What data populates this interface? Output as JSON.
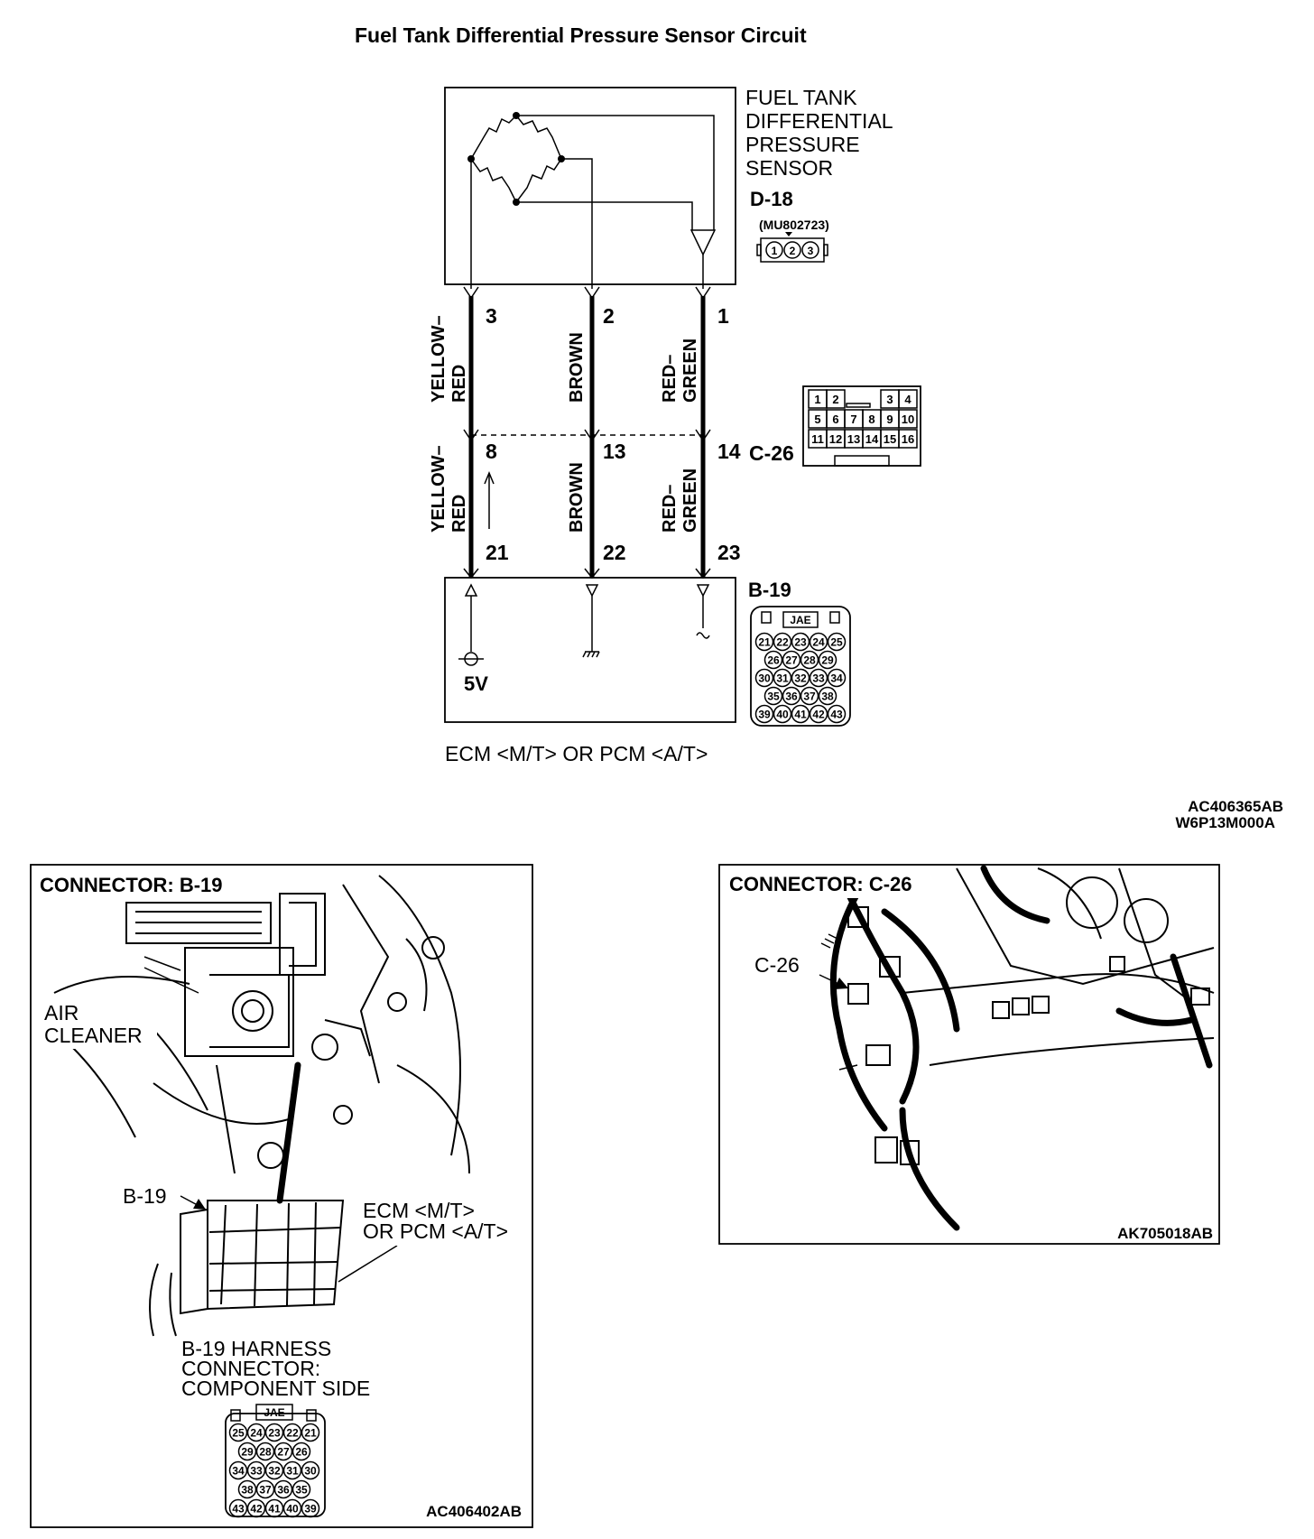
{
  "title": "Fuel Tank Differential Pressure Sensor Circuit",
  "sensor": {
    "label_lines": [
      "FUEL TANK",
      "DIFFERENTIAL",
      "PRESSURE",
      "SENSOR"
    ],
    "connector_id": "D-18",
    "part_number": "(MU802723)",
    "pins": [
      "1",
      "2",
      "3"
    ]
  },
  "wires": [
    {
      "sensor_pin": "3",
      "joint_pin": "8",
      "ecm_pin": "21",
      "color_upper": [
        "YELLOW–",
        "RED"
      ],
      "color_lower": [
        "YELLOW–",
        "RED"
      ]
    },
    {
      "sensor_pin": "2",
      "joint_pin": "13",
      "ecm_pin": "22",
      "color_upper": [
        "BROWN"
      ],
      "color_lower": [
        "BROWN"
      ]
    },
    {
      "sensor_pin": "1",
      "joint_pin": "14",
      "ecm_pin": "23",
      "color_upper": [
        "RED–",
        "GREEN"
      ],
      "color_lower": [
        "RED–",
        "GREEN"
      ]
    }
  ],
  "joint_connector": {
    "id": "C-26",
    "rows": [
      [
        "1",
        "2",
        "",
        "",
        "3",
        "4"
      ],
      [
        "5",
        "6",
        "7",
        "8",
        "9",
        "10"
      ],
      [
        "11",
        "12",
        "13",
        "14",
        "15",
        "16"
      ]
    ]
  },
  "ecm": {
    "connector_id": "B-19",
    "label": "ECM <M/T> OR PCM <A/T>",
    "voltage": "5V",
    "connector_tag": "JAE",
    "rows": [
      [
        "21",
        "22",
        "23",
        "24",
        "25"
      ],
      [
        "26",
        "27",
        "28",
        "29"
      ],
      [
        "30",
        "31",
        "32",
        "33",
        "34"
      ],
      [
        "35",
        "36",
        "37",
        "38"
      ],
      [
        "39",
        "40",
        "41",
        "42",
        "43"
      ]
    ]
  },
  "figure_codes": [
    "AC406365AB",
    "W6P13M000A"
  ],
  "panel_b19": {
    "heading": "CONNECTOR: B-19",
    "air_cleaner_lines": [
      "AIR",
      "CLEANER"
    ],
    "pointer_label": "B-19",
    "ecm_lines": [
      "ECM <M/T>",
      "OR PCM <A/T>"
    ],
    "harness_lines": [
      "B-19 HARNESS",
      "CONNECTOR:",
      "COMPONENT SIDE"
    ],
    "connector_tag": "JAE",
    "rows": [
      [
        "25",
        "24",
        "23",
        "22",
        "21"
      ],
      [
        "29",
        "28",
        "27",
        "26"
      ],
      [
        "34",
        "33",
        "32",
        "31",
        "30"
      ],
      [
        "38",
        "37",
        "36",
        "35"
      ],
      [
        "43",
        "42",
        "41",
        "40",
        "39"
      ]
    ],
    "code": "AC406402AB"
  },
  "panel_c26": {
    "heading": "CONNECTOR: C-26",
    "pointer_label": "C-26",
    "code": "AK705018AB"
  }
}
